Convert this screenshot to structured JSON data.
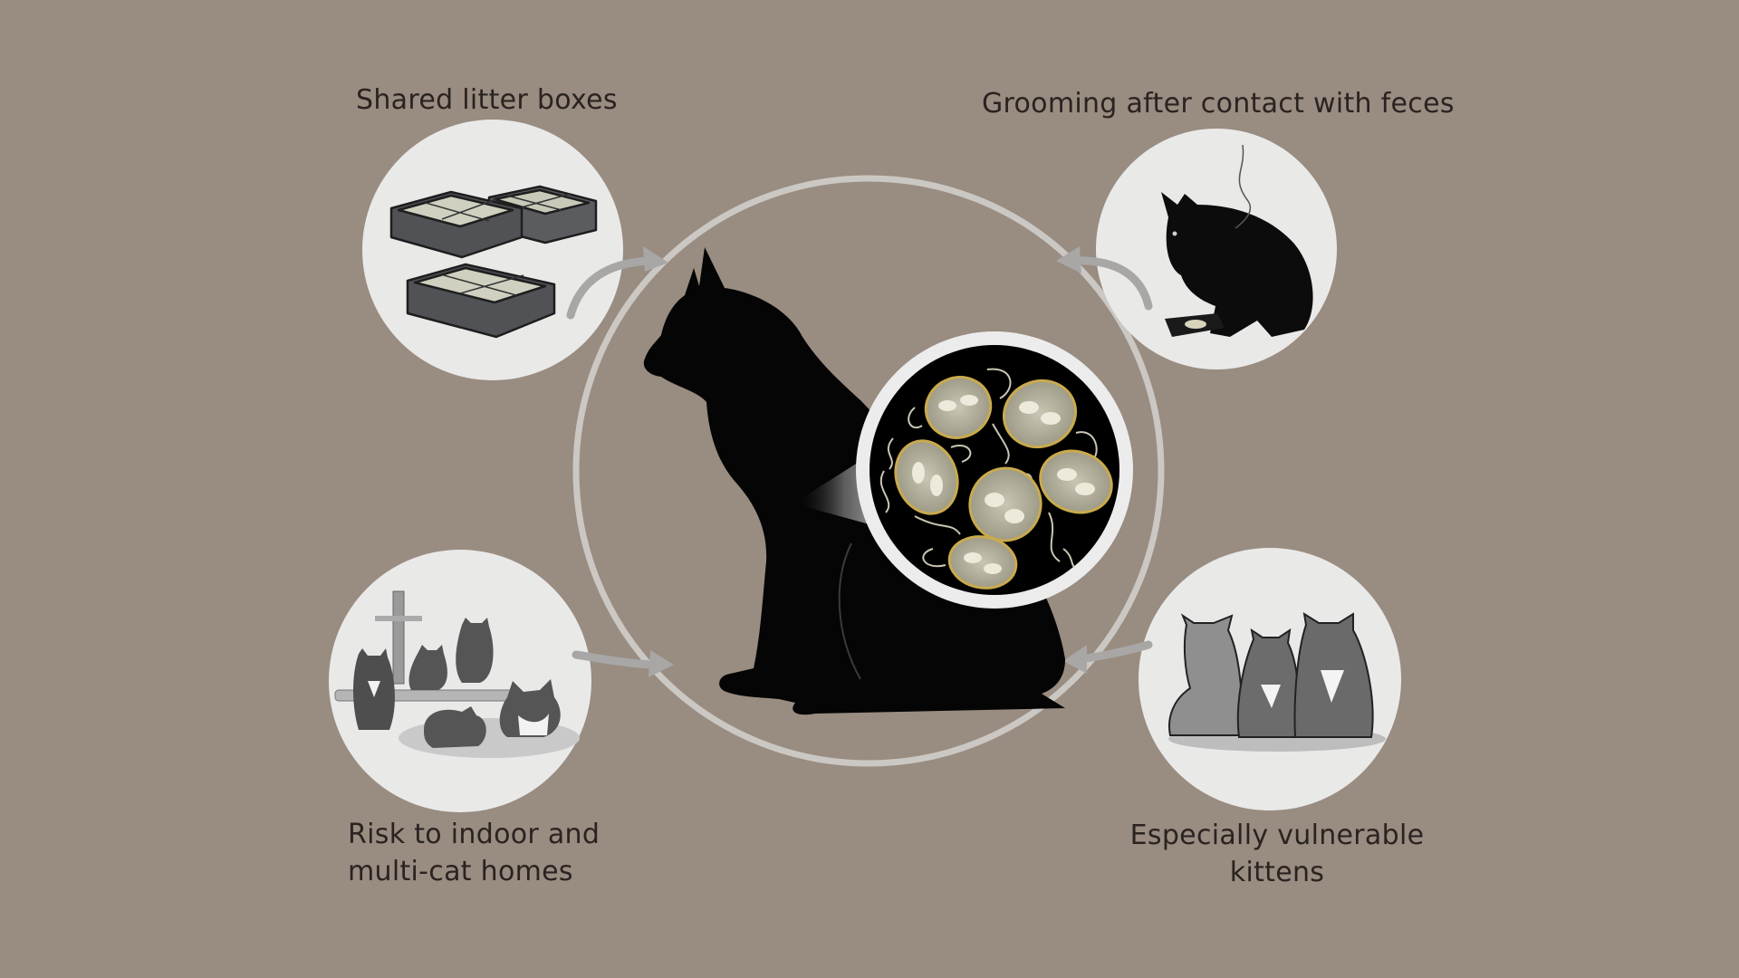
{
  "diagram": {
    "background_color": "#998c81",
    "ring_color": "#cbc8c4",
    "arrow_color": "#a7a6a5",
    "panel_color": "#e8e8e7",
    "center": {
      "subject": "black cat silhouette",
      "magnifier": "microscopic oocysts / parasites with flagella"
    },
    "nodes": [
      {
        "id": "top-left",
        "label": "Shared litter boxes",
        "image": "three gray litter boxes with litter"
      },
      {
        "id": "top-right",
        "label": "Grooming after contact with feces",
        "image": "black cat licking paw near litter tray"
      },
      {
        "id": "bottom-left",
        "label_lines": [
          "Risk to indoor and",
          "multi-cat homes"
        ],
        "image": "several cats lounging indoors with scratching post"
      },
      {
        "id": "bottom-right",
        "label_lines": [
          "Especially vulnerable",
          "kittens"
        ],
        "image": "three kittens sitting together"
      }
    ]
  }
}
